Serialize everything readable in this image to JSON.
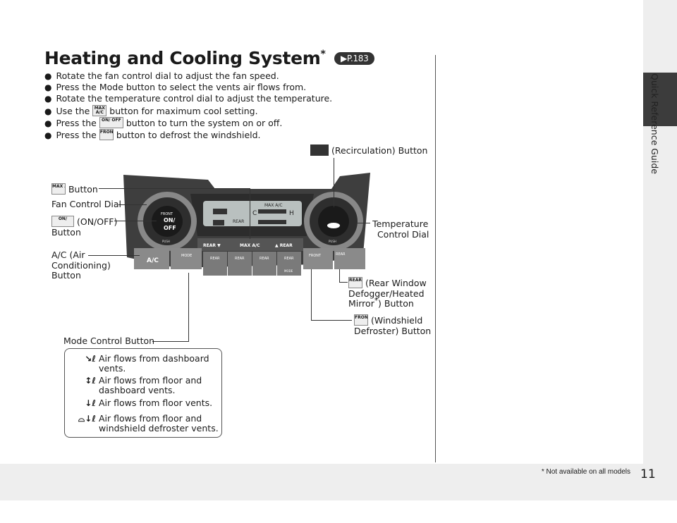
{
  "title": "Heating and Cooling System",
  "title_mark": "*",
  "page_ref": "P.183",
  "bullets": [
    "Rotate the fan control dial to adjust the fan speed.",
    "Press the Mode button to select the vents air flows from.",
    "Rotate the temperature control dial to adjust the temperature.",
    {
      "pre": "Use the",
      "icon": "MAX A/C",
      "post": "button for maximum cool setting."
    },
    {
      "pre": "Press the",
      "icon": "ON/ OFF",
      "post": "button to turn the system on or off."
    },
    {
      "pre": "Press the",
      "icon": "FRONT",
      "post": "button to defrost the windshield."
    }
  ],
  "callouts": {
    "max_ac": "Button",
    "max_ac_icon": "MAX A/C",
    "fan_dial": "Fan Control Dial",
    "on_off": "(ON/OFF)",
    "on_off_2": "Button",
    "ac_1": "A/C (Air",
    "ac_2": "Conditioning)",
    "ac_3": "Button",
    "mode": "Mode Control Button",
    "recirc": "(Recirculation) Button",
    "temp_1": "Temperature",
    "temp_2": "Control Dial",
    "rear_1": "(Rear Window",
    "rear_2": "Defogger/Heated",
    "rear_3": "Mirror",
    "rear_4": ") Button",
    "rear_icon": "REAR",
    "windshield_1": "(Windshield",
    "windshield_2": "Defroster) Button",
    "windshield_icon": "FRONT"
  },
  "panel": {
    "front": "FRONT",
    "on": "ON/",
    "off": "OFF",
    "push": "PUSH",
    "max_ac_display": "MAX A/C",
    "rear_display": "REAR",
    "c": "C",
    "h": "H",
    "rear_down": "REAR ▼",
    "max_ac": "MAX A/C",
    "rear_up": "▲ REAR",
    "ac": "A/C",
    "mode": "MODE",
    "rear": "REAR",
    "rear_mode": "MODE"
  },
  "legend": [
    {
      "icon": "dashboard",
      "text": [
        "Air flows from dashboard",
        "vents."
      ]
    },
    {
      "icon": "floor-dashboard",
      "text": [
        "Air flows from floor and",
        "dashboard vents."
      ]
    },
    {
      "icon": "floor",
      "text": [
        "Air flows from floor vents."
      ]
    },
    {
      "icon": "floor-defrost",
      "text": [
        "Air flows from floor and",
        "windshield defroster vents."
      ]
    }
  ],
  "sidebar_label": "Quick Reference Guide",
  "footnote": "* Not available on all models",
  "page_number": "11"
}
